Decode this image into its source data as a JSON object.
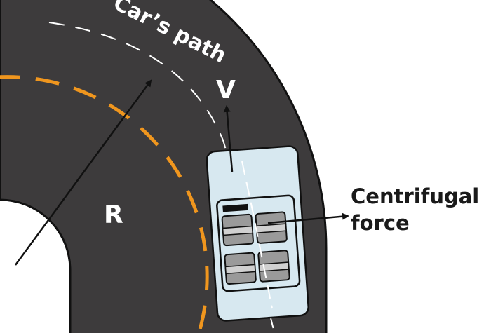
{
  "labels": {
    "path": "Car’s path",
    "velocity": "V",
    "radius": "R",
    "force_line1": "Centrifugal",
    "force_line2": "force"
  },
  "colors": {
    "road": "#3d3b3c",
    "road_outline": "#111111",
    "center_line": "#f0961e",
    "path_line": "#ffffff",
    "car_body": "#d7e8f0",
    "car_seat": "#d0d0d0",
    "arrow": "#111111"
  }
}
